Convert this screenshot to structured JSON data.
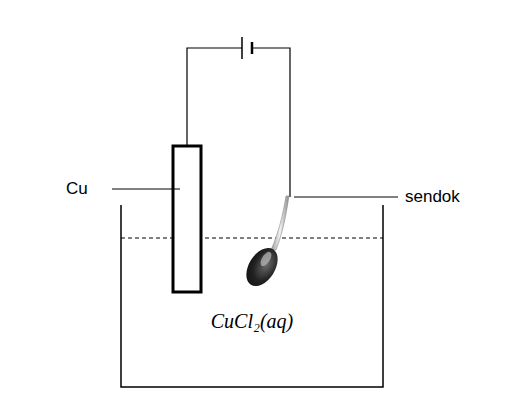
{
  "diagram": {
    "labels": [
      "Cu",
      "sendok",
      "CuCl₂(aq)"
    ]
  }
}
